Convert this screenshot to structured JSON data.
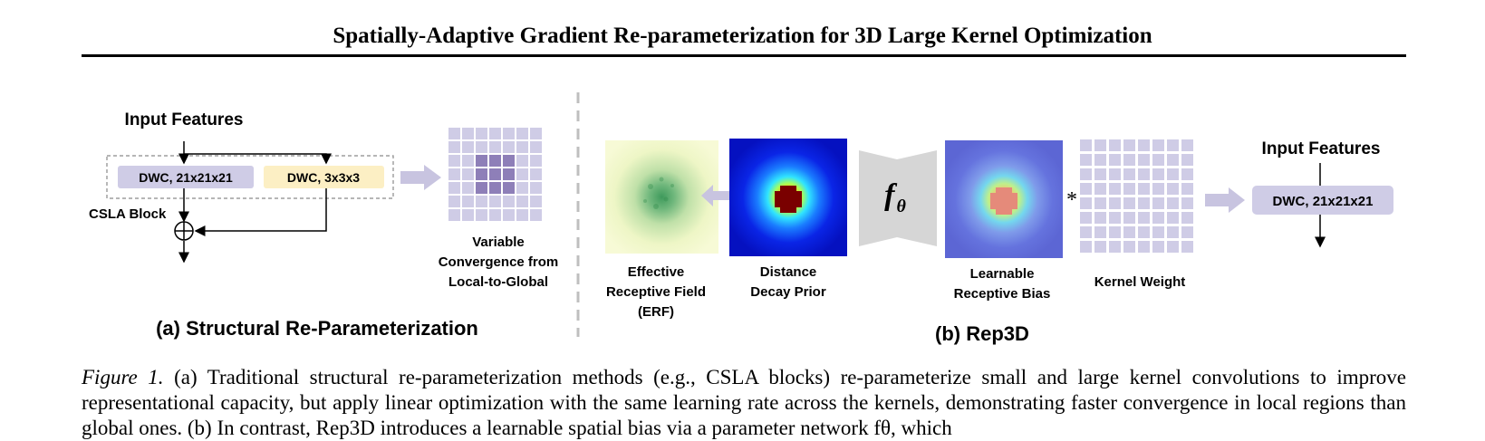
{
  "header": {
    "title": "Spatially-Adaptive Gradient Re-parameterization for 3D Large Kernel Optimization"
  },
  "panel_a": {
    "input_label": "Input Features",
    "dwc_large": "DWC, 21x21x21",
    "dwc_small": "DWC, 3x3x3",
    "block_label": "CSLA Block",
    "grid_caption": [
      "Variable",
      "Convergence from",
      "Local-to-Global"
    ],
    "subtitle": "(a) Structural Re-Parameterization"
  },
  "panel_b": {
    "erf_caption": [
      "Effective",
      "Receptive Field",
      "(ERF)"
    ],
    "prior_caption": [
      "Distance",
      "Decay Prior"
    ],
    "network_symbol": "f",
    "network_subscript": "θ",
    "bias_caption": [
      "Learnable",
      "Receptive Bias"
    ],
    "multiply_symbol": "*",
    "weight_caption": "Kernel Weight",
    "input_label": "Input Features",
    "dwc_label": "DWC, 21x21x21",
    "subtitle": "(b) Rep3D"
  },
  "caption": {
    "label": "Figure 1.",
    "text": "(a) Traditional structural re-parameterization methods (e.g., CSLA blocks) re-parameterize small and large kernel convolutions to improve representational capacity, but apply linear optimization with the same learning rate across the kernels, demonstrating faster convergence in local regions than global ones. (b) In contrast, Rep3D introduces a learnable spatial bias via a parameter network fθ, which"
  },
  "colors": {
    "lavender": "#cfcce6",
    "lavender_dark": "#8e7fb8",
    "cream": "#fcefc4",
    "arrow": "#c8c4e0",
    "divider": "#bfbfbf"
  }
}
